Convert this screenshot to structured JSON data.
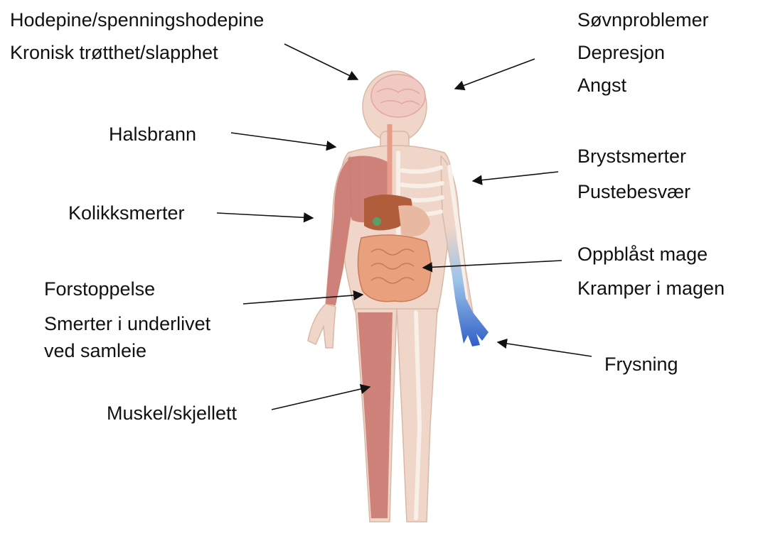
{
  "labels": {
    "headache": "Hodepine/spenningshodepine",
    "fatigue": "Kronisk trøtthet/slapphet",
    "sleep": "Søvnproblemer",
    "depression": "Depresjon",
    "anxiety": "Angst",
    "heartburn": "Halsbrann",
    "chest_pain": "Brystsmerter",
    "breathing": "Pustebesvær",
    "colic": "Kolikksmerter",
    "bloating": "Oppblåst mage",
    "cramps": "Kramper i magen",
    "constipation": "Forstoppelse",
    "pelvic_pain_1": "Smerter i underlivet",
    "pelvic_pain_2": "ved samleie",
    "chills": "Frysning",
    "musculoskeletal": "Muskel/skjellett"
  },
  "colors": {
    "skin": "#efd6c8",
    "muscle": "#c8736b",
    "bone": "#f6ece4",
    "brain": "#f1c9c3",
    "liver": "#b05d3c",
    "intestine": "#e9a07c",
    "cold_blue": "#2f63c9"
  }
}
